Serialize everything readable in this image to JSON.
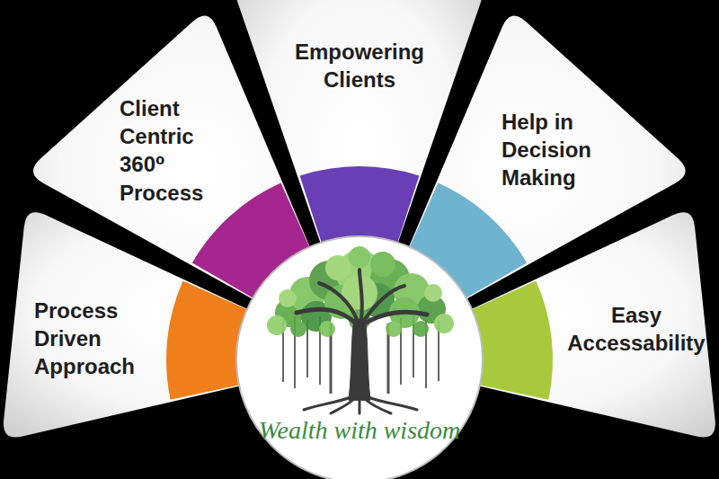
{
  "diagram": {
    "nodes": [
      {
        "text": [
          "Process Driven Approach"
        ]
      },
      {
        "text": [
          "Client Centric 360⁰ Process"
        ]
      },
      {
        "text": [
          "Empowering Clients"
        ]
      },
      {
        "text": [
          "Help in Decision Making"
        ]
      },
      {
        "text": [
          "Easy Accessability"
        ]
      },
      {
        "text": [
          "Wealth with wisdom"
        ]
      }
    ]
  }
}
